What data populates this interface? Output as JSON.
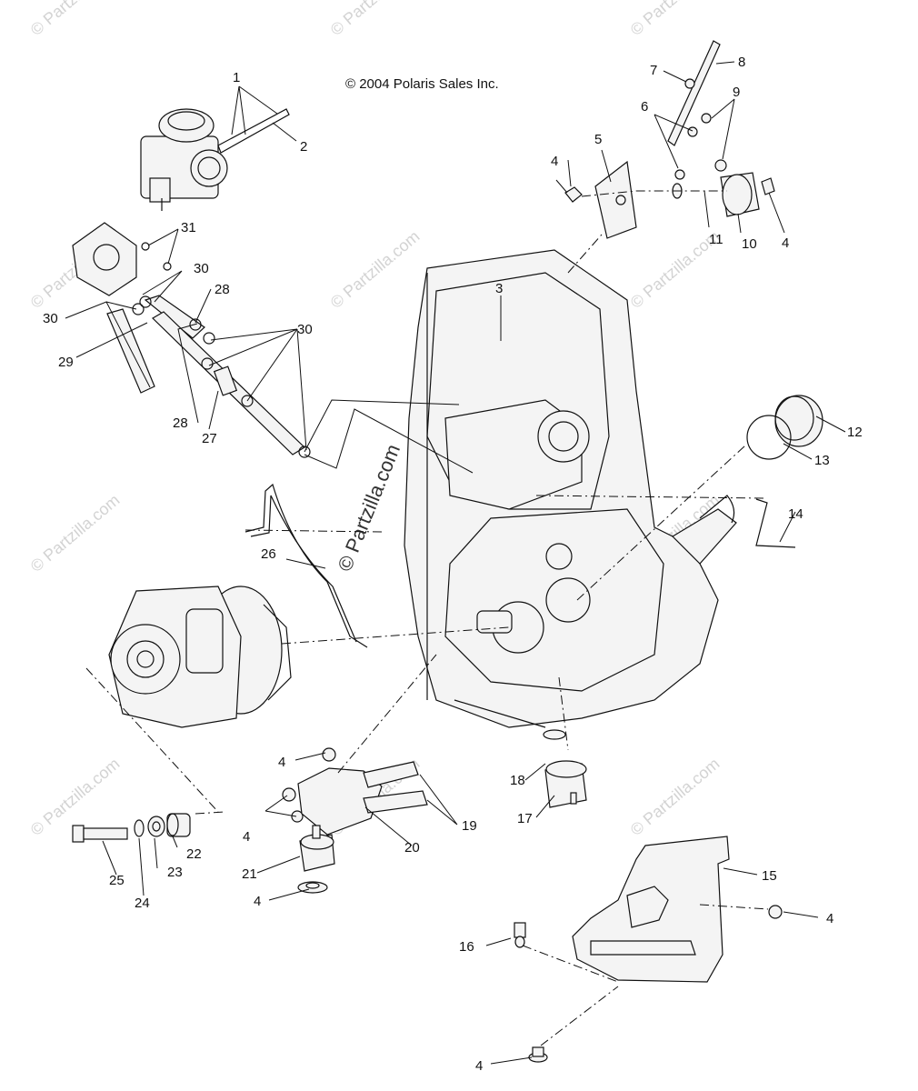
{
  "copyright": "© 2004 Polaris Sales Inc.",
  "watermark": "© Partzilla.com",
  "callouts": {
    "c1": "1",
    "c2": "2",
    "c3": "3",
    "c4a": "4",
    "c4b": "4",
    "c4c": "4",
    "c4d": "4",
    "c4e": "4",
    "c4f": "4",
    "c4g": "4",
    "c5": "5",
    "c6": "6",
    "c7": "7",
    "c8": "8",
    "c9": "9",
    "c10": "10",
    "c11": "11",
    "c12": "12",
    "c13": "13",
    "c14": "14",
    "c15": "15",
    "c16": "16",
    "c17": "17",
    "c18": "18",
    "c19": "19",
    "c20": "20",
    "c21": "21",
    "c22": "22",
    "c23": "23",
    "c24": "24",
    "c25": "25",
    "c26": "26",
    "c27": "27",
    "c28a": "28",
    "c28b": "28",
    "c29": "29",
    "c30a": "30",
    "c30b": "30",
    "c30c": "30",
    "c31": "31"
  }
}
